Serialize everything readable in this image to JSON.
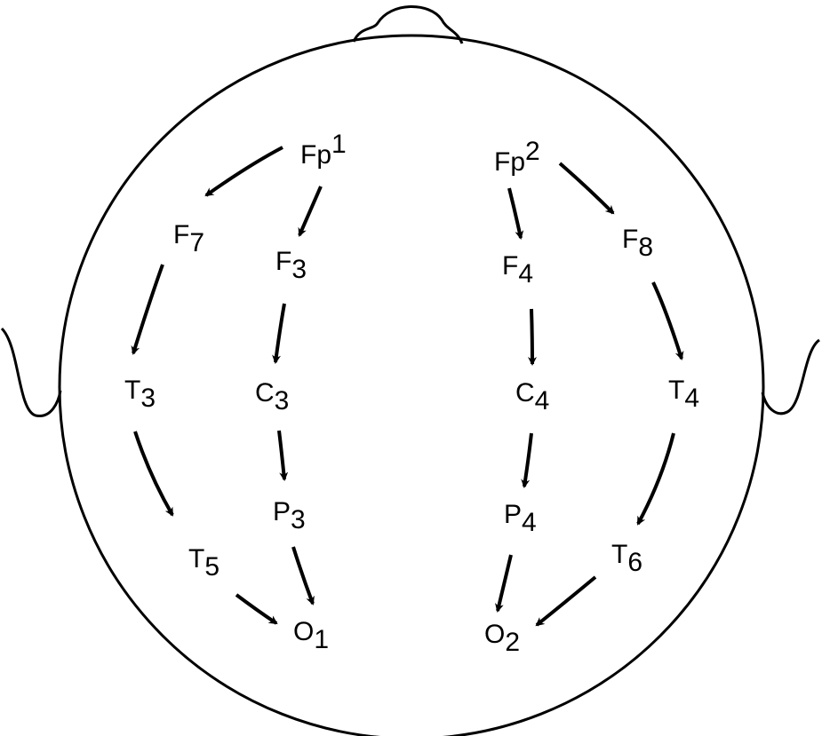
{
  "electrodes": {
    "fp1": {
      "base": "Fp",
      "sup": "1",
      "sub": ""
    },
    "fp2": {
      "base": "Fp",
      "sup": "2",
      "sub": ""
    },
    "f7": {
      "base": "F",
      "sup": "",
      "sub": "7"
    },
    "f3": {
      "base": "F",
      "sup": "",
      "sub": "3"
    },
    "f4": {
      "base": "F",
      "sup": "",
      "sub": "4"
    },
    "f8": {
      "base": "F",
      "sup": "",
      "sub": "8"
    },
    "t3": {
      "base": "T",
      "sup": "",
      "sub": "3"
    },
    "c3": {
      "base": "C",
      "sup": "",
      "sub": "3"
    },
    "c4": {
      "base": "C",
      "sup": "",
      "sub": "4"
    },
    "t4": {
      "base": "T",
      "sup": "",
      "sub": "4"
    },
    "p3": {
      "base": "P",
      "sup": "",
      "sub": "3"
    },
    "p4": {
      "base": "P",
      "sup": "",
      "sub": "4"
    },
    "t5": {
      "base": "T",
      "sup": "",
      "sub": "5"
    },
    "t6": {
      "base": "T",
      "sup": "",
      "sub": "6"
    },
    "o1": {
      "base": "O",
      "sup": "",
      "sub": "1"
    },
    "o2": {
      "base": "O",
      "sup": "",
      "sub": "2"
    }
  },
  "colors": {
    "stroke": "#000000",
    "background": "#ffffff"
  },
  "connections": [
    [
      "fp1",
      "f7"
    ],
    [
      "f7",
      "t3"
    ],
    [
      "t3",
      "t5"
    ],
    [
      "t5",
      "o1"
    ],
    [
      "fp1",
      "f3"
    ],
    [
      "f3",
      "c3"
    ],
    [
      "c3",
      "p3"
    ],
    [
      "p3",
      "o1"
    ],
    [
      "fp2",
      "f4"
    ],
    [
      "f4",
      "c4"
    ],
    [
      "c4",
      "p4"
    ],
    [
      "p4",
      "o2"
    ],
    [
      "fp2",
      "f8"
    ],
    [
      "f8",
      "t4"
    ],
    [
      "t4",
      "t6"
    ],
    [
      "t6",
      "o2"
    ]
  ]
}
